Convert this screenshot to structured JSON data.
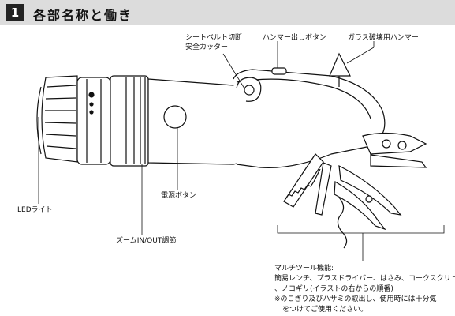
{
  "header": {
    "number": "1",
    "title": "各部名称と働き"
  },
  "labels": {
    "seatbelt_cutter_line1": "シートベルト切断",
    "seatbelt_cutter_line2": "安全カッター",
    "hammer_button": "ハンマー出しボタン",
    "glass_hammer": "ガラス破壊用ハンマー",
    "power_button": "電源ボタン",
    "led_light": "LEDライト",
    "zoom_adjust": "ズームIN/OUT調節"
  },
  "multitool": {
    "title": "マルチツール機能:",
    "line1": "簡易レンチ、プラスドライバー、はさみ、コークスクリュー",
    "line2": "、ノコギリ(イラストの右からの順番)",
    "line3": "※のこぎり及びハサミの取出し、使用時には十分気",
    "line4": "をつけてご使用ください。"
  }
}
